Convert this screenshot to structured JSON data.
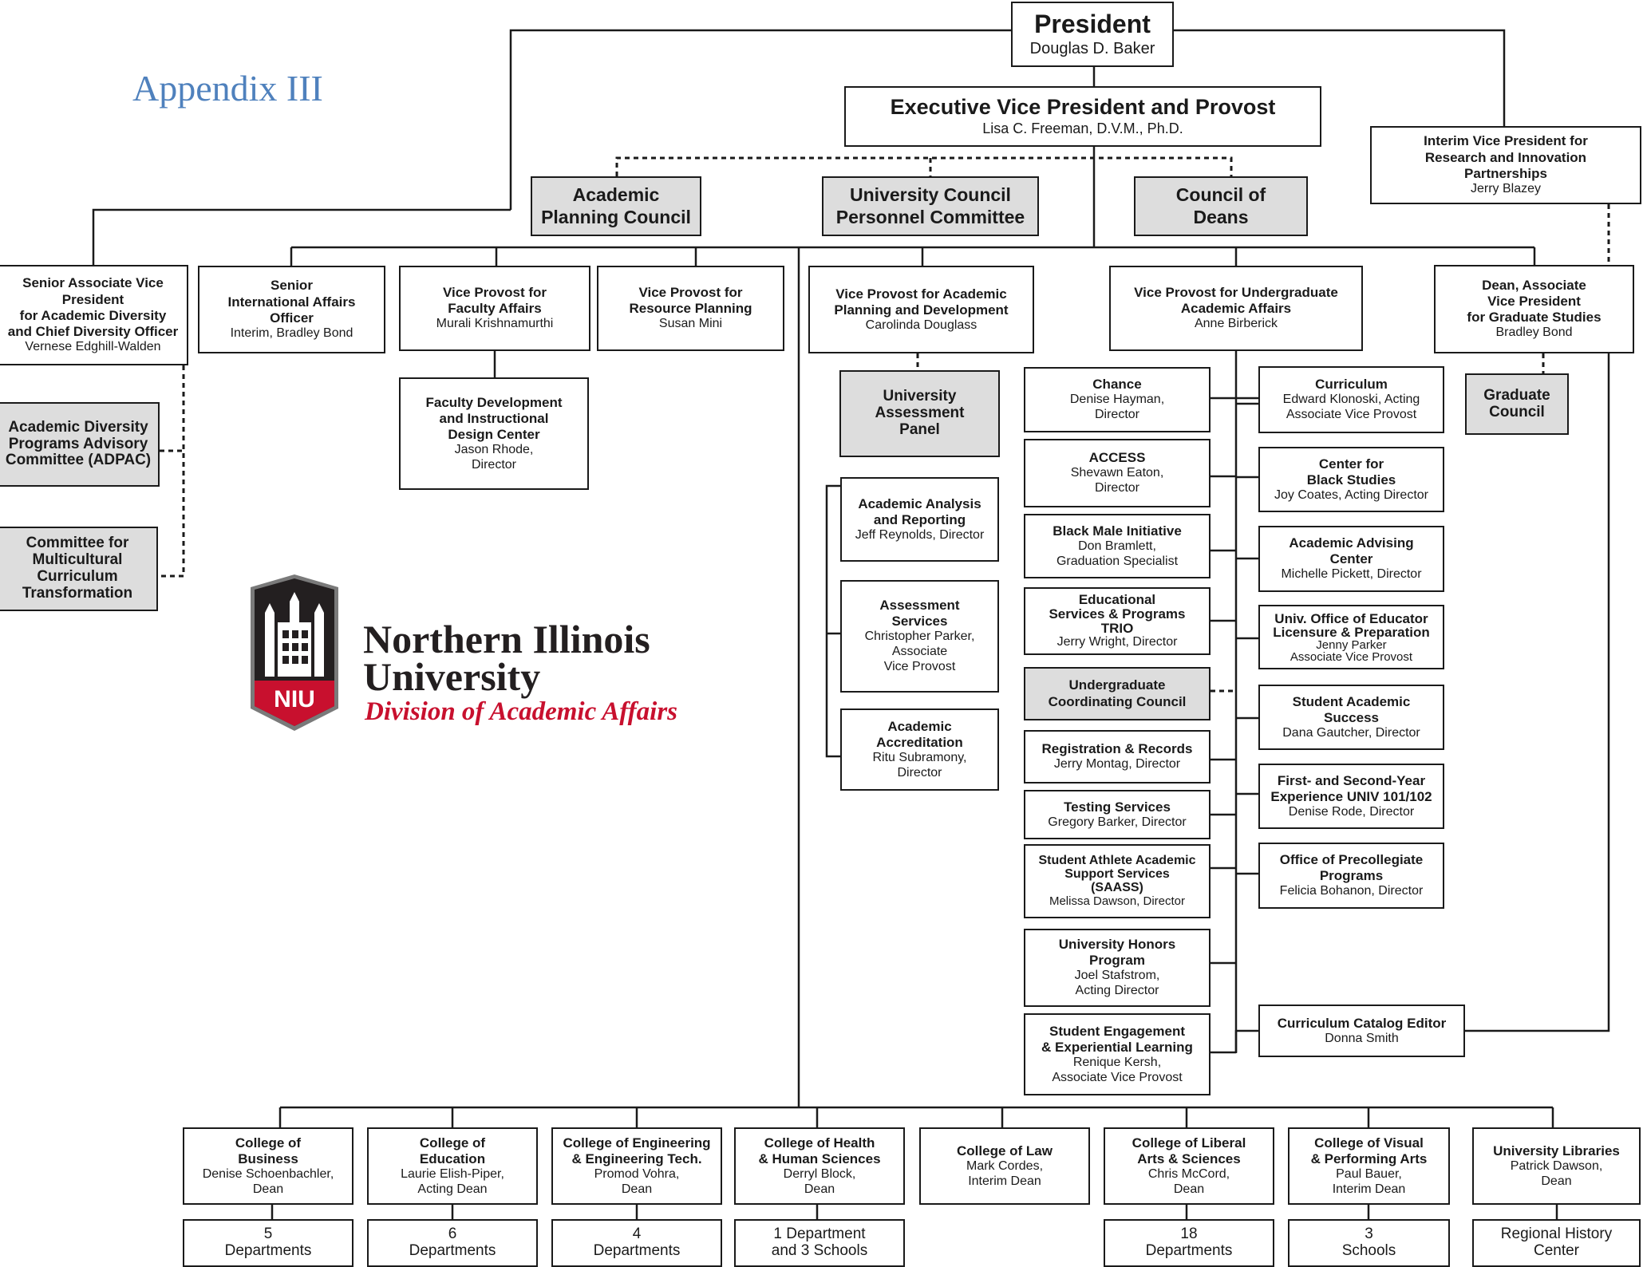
{
  "title": "Appendix III",
  "logo": {
    "badge": "NIU",
    "name": "Northern Illinois\nUniversity",
    "division": "Division of Academic Affairs"
  },
  "president": {
    "title": "President",
    "name": "Douglas D. Baker"
  },
  "provost": {
    "title": "Executive Vice President and Provost",
    "name": "Lisa C. Freeman, D.V.M., Ph.D."
  },
  "research_vp": {
    "title": "Interim Vice President for\nResearch and Innovation\nPartnerships",
    "name": "Jerry Blazey"
  },
  "councils": {
    "academic_planning": "Academic\nPlanning Council",
    "personnel": "University Council\nPersonnel Committee",
    "deans": "Council of\nDeans"
  },
  "vice_provosts": {
    "diversity": {
      "title": "Senior Associate Vice\nPresident\nfor Academic Diversity\nand Chief Diversity Officer",
      "name": "Vernese Edghill-Walden"
    },
    "international": {
      "title": "Senior\nInternational Affairs\nOfficer",
      "name": "Interim, Bradley Bond"
    },
    "faculty": {
      "title": "Vice Provost for\nFaculty Affairs",
      "name": "Murali Krishnamurthi"
    },
    "resource": {
      "title": "Vice Provost for\nResource Planning",
      "name": "Susan Mini"
    },
    "planning": {
      "title": "Vice Provost for Academic\nPlanning and Development",
      "name": "Carolinda Douglass"
    },
    "undergrad": {
      "title": "Vice Provost for Undergraduate\nAcademic Affairs",
      "name": "Anne Birberick"
    },
    "graduate": {
      "title": "Dean, Associate\nVice President\nfor Graduate Studies",
      "name": "Bradley Bond"
    }
  },
  "diversity_committees": {
    "adpac": "Academic Diversity\nPrograms Advisory\nCommittee (ADPAC)",
    "multicultural": "Committee for\nMulticultural\nCurriculum\nTransformation"
  },
  "faculty_dev": {
    "title": "Faculty Development\nand Instructional\nDesign Center",
    "name": "Jason Rhode,\nDirector"
  },
  "planning_units": {
    "panel": "University\nAssessment\nPanel",
    "analysis": {
      "title": "Academic Analysis\nand Reporting",
      "name": "Jeff Reynolds, Director"
    },
    "assessment": {
      "title": "Assessment\nServices",
      "name": "Christopher Parker,\nAssociate\nVice Provost"
    },
    "accreditation": {
      "title": "Academic\nAccreditation",
      "name": "Ritu Subramony,\nDirector"
    }
  },
  "graduate_council": "Graduate\nCouncil",
  "undergrad_left": [
    {
      "title": "Chance",
      "name": "Denise Hayman,\nDirector"
    },
    {
      "title": "ACCESS",
      "name": "Shevawn Eaton,\nDirector"
    },
    {
      "title": "Black Male Initiative",
      "name": "Don Bramlett,\nGraduation Specialist"
    },
    {
      "title": "Educational\nServices & Programs\nTRIO",
      "name": "Jerry Wright, Director"
    },
    {
      "title": "Undergraduate\nCoordinating Council",
      "name": ""
    },
    {
      "title": "Registration & Records",
      "name": "Jerry Montag, Director"
    },
    {
      "title": "Testing Services",
      "name": "Gregory Barker, Director"
    },
    {
      "title": "Student Athlete Academic\nSupport Services\n(SAASS)",
      "name": "Melissa Dawson, Director"
    },
    {
      "title": "University Honors\nProgram",
      "name": "Joel Stafstrom,\nActing Director"
    },
    {
      "title": "Student Engagement\n& Experiential Learning",
      "name": "Renique Kersh,\nAssociate Vice Provost"
    }
  ],
  "undergrad_right": [
    {
      "title": "Curriculum",
      "name": "Edward Klonoski, Acting\nAssociate Vice Provost"
    },
    {
      "title": "Center for\nBlack Studies",
      "name": "Joy Coates, Acting Director"
    },
    {
      "title": "Academic Advising\nCenter",
      "name": "Michelle Pickett, Director"
    },
    {
      "title": "Univ. Office of Educator\nLicensure & Preparation",
      "name": "Jenny Parker\nAssociate Vice Provost"
    },
    {
      "title": "Student Academic\nSuccess",
      "name": "Dana Gautcher, Director"
    },
    {
      "title": "First- and Second-Year\nExperience UNIV 101/102",
      "name": "Denise Rode, Director"
    },
    {
      "title": "Office of Precollegiate\nPrograms",
      "name": "Felicia Bohanon, Director"
    },
    {
      "title": "Curriculum Catalog Editor",
      "name": "Donna Smith"
    }
  ],
  "colleges": [
    {
      "title": "College of\nBusiness",
      "name": "Denise Schoenbachler,\nDean",
      "sub": "5\nDepartments"
    },
    {
      "title": "College of\nEducation",
      "name": "Laurie Elish-Piper,\nActing Dean",
      "sub": "6\nDepartments"
    },
    {
      "title": "College of Engineering\n& Engineering Tech.",
      "name": "Promod Vohra,\nDean",
      "sub": "4\nDepartments"
    },
    {
      "title": "College of Health\n& Human Sciences",
      "name": "Derryl Block,\nDean",
      "sub": "1 Department\nand 3 Schools"
    },
    {
      "title": "College of Law",
      "name": "Mark Cordes,\nInterim Dean",
      "sub": ""
    },
    {
      "title": "College of Liberal\nArts & Sciences",
      "name": "Chris McCord,\nDean",
      "sub": "18\nDepartments"
    },
    {
      "title": "College of Visual\n& Performing Arts",
      "name": "Paul Bauer,\nInterim Dean",
      "sub": "3\nSchools"
    },
    {
      "title": "University Libraries",
      "name": "Patrick Dawson,\nDean",
      "sub": "Regional History\nCenter"
    }
  ]
}
